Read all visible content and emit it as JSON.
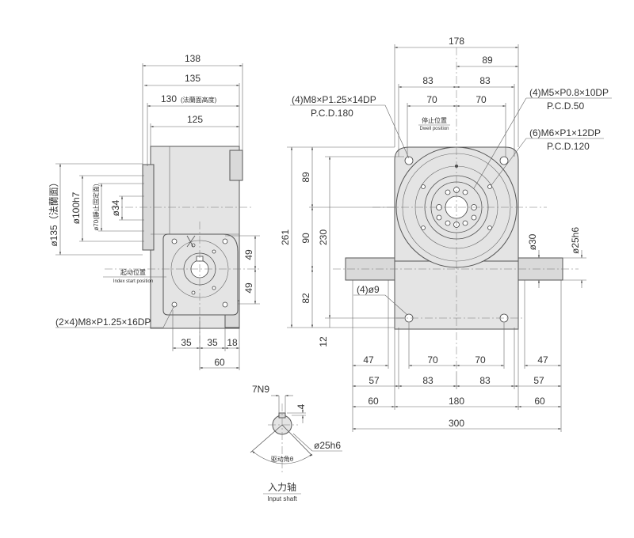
{
  "side_view": {
    "dims_top": [
      "138",
      "135",
      "130",
      "(法蘭面高度)",
      "125"
    ],
    "dims_left": [
      "ø135（法蘭面）",
      "ø100h7",
      "ø70(靜止固定面)",
      "ø34"
    ],
    "dims_right": [
      "49",
      "49"
    ],
    "dims_bottom": [
      "35",
      "35",
      "18",
      "60"
    ],
    "start_label": "起动位置",
    "start_label_en": "Index start position",
    "tap_note": "(2×4)M8×P1.25×16DP"
  },
  "front_view": {
    "dims_top": [
      "178",
      "89",
      "83",
      "83",
      "70",
      "70"
    ],
    "note_left_1": "(4)M8×P1.25×14DP",
    "note_left_2": "P.C.D.180",
    "dwell_label": "停止位置",
    "dwell_label_en": "Dwell position",
    "note_right_1a": "(4)M5×P0.8×10DP",
    "note_right_1b": "P.C.D.50",
    "note_right_2a": "(6)M6×P1×12DP",
    "note_right_2b": "P.C.D.120",
    "dims_left": [
      "261",
      "89",
      "230",
      "90",
      "82",
      "12"
    ],
    "shaft_dims": [
      "ø30",
      "ø25h6"
    ],
    "hole_note": "(4)ø9",
    "dims_bottom_row1": [
      "47",
      "70",
      "70",
      "47"
    ],
    "dims_bottom_row2": [
      "57",
      "83",
      "83",
      "57"
    ],
    "dims_bottom_row3": [
      "60",
      "180",
      "60"
    ],
    "dims_bottom_row4": [
      "300"
    ]
  },
  "shaft_detail": {
    "key": "7N9",
    "key_depth": "4",
    "diameter": "ø25h6",
    "angle_label": "驱动角θ",
    "title": "入力轴",
    "title_en": "Input shaft"
  }
}
